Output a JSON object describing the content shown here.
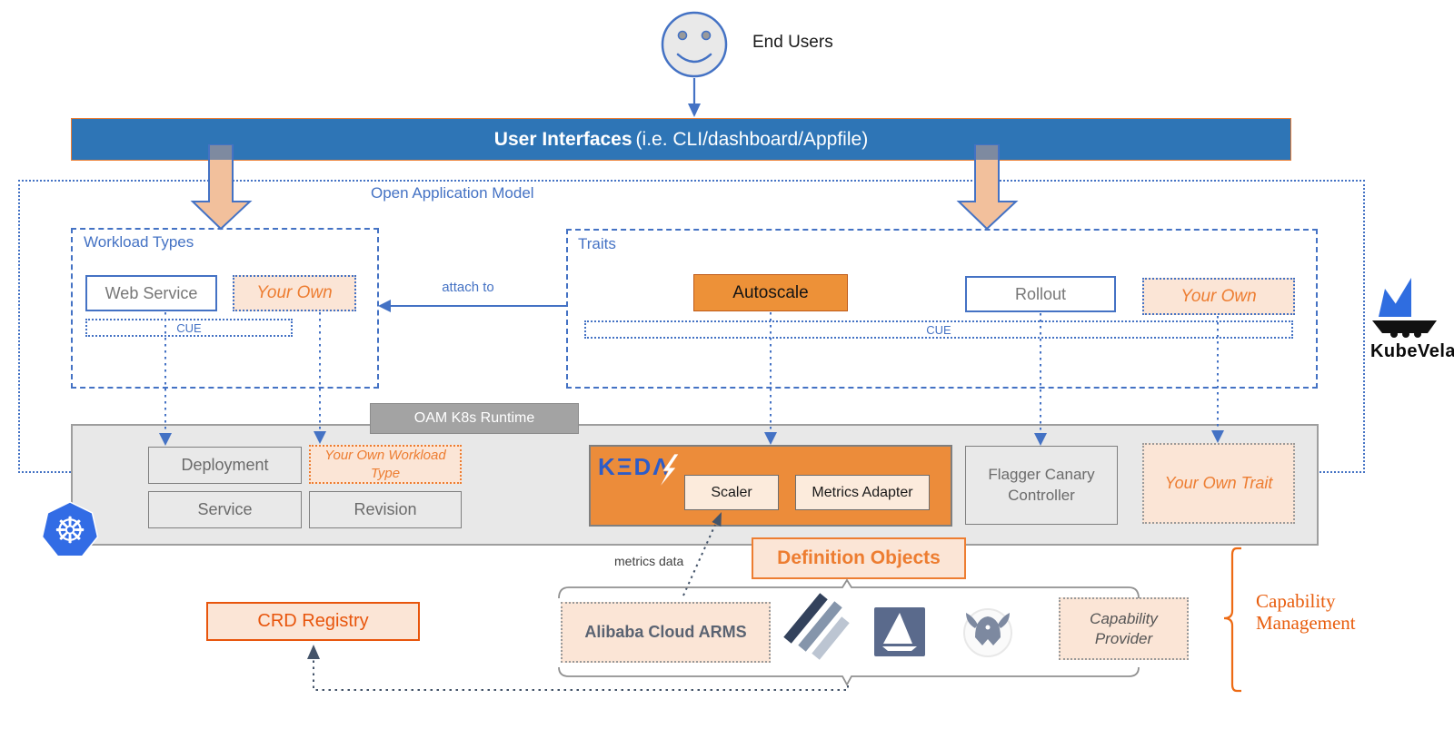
{
  "end_users": {
    "label": "End Users"
  },
  "user_interfaces": {
    "title_bold": "User Interfaces",
    "title_rest": "(i.e. CLI/dashboard/Appfile)"
  },
  "oam": {
    "label": "Open Application Model",
    "attach_to": "attach to",
    "workload_types": {
      "label": "Workload Types",
      "web_service": "Web Service",
      "your_own": "Your Own",
      "cue": "CUE"
    },
    "traits": {
      "label": "Traits",
      "autoscale": "Autoscale",
      "rollout": "Rollout",
      "your_own": "Your Own",
      "cue": "CUE"
    }
  },
  "kubevela": {
    "label": "KubeVela"
  },
  "runtime": {
    "label": "OAM K8s Runtime",
    "deployment": "Deployment",
    "service": "Service",
    "your_own_workload_type": "Your Own Workload Type",
    "revision": "Revision",
    "keda": {
      "logo": "KΞDΛ",
      "scaler": "Scaler",
      "metrics_adapter": "Metrics Adapter"
    },
    "flagger": "Flagger Canary Controller",
    "your_own_trait": "Your Own Trait"
  },
  "bottom": {
    "crd_registry": "CRD Registry",
    "definition_objects": "Definition Objects",
    "metrics_data": "metrics data",
    "alibaba_arms": "Alibaba Cloud ARMS",
    "capability_provider": "Capability Provider",
    "capability_management": "Capability Management"
  },
  "colors": {
    "accent_blue": "#4472C4",
    "bar_blue": "#2E75B6",
    "orange": "#ED7D31",
    "deep_orange": "#E8550C",
    "peach_fill": "#FBE5D6",
    "autoscale_fill": "#ED9138",
    "keda_fill": "#EC8C3A",
    "gray_fill": "#E8E8E8",
    "dark_slate": "#44546A",
    "kubernetes_blue": "#326CE5",
    "keda_blue": "#2D5CC8"
  }
}
